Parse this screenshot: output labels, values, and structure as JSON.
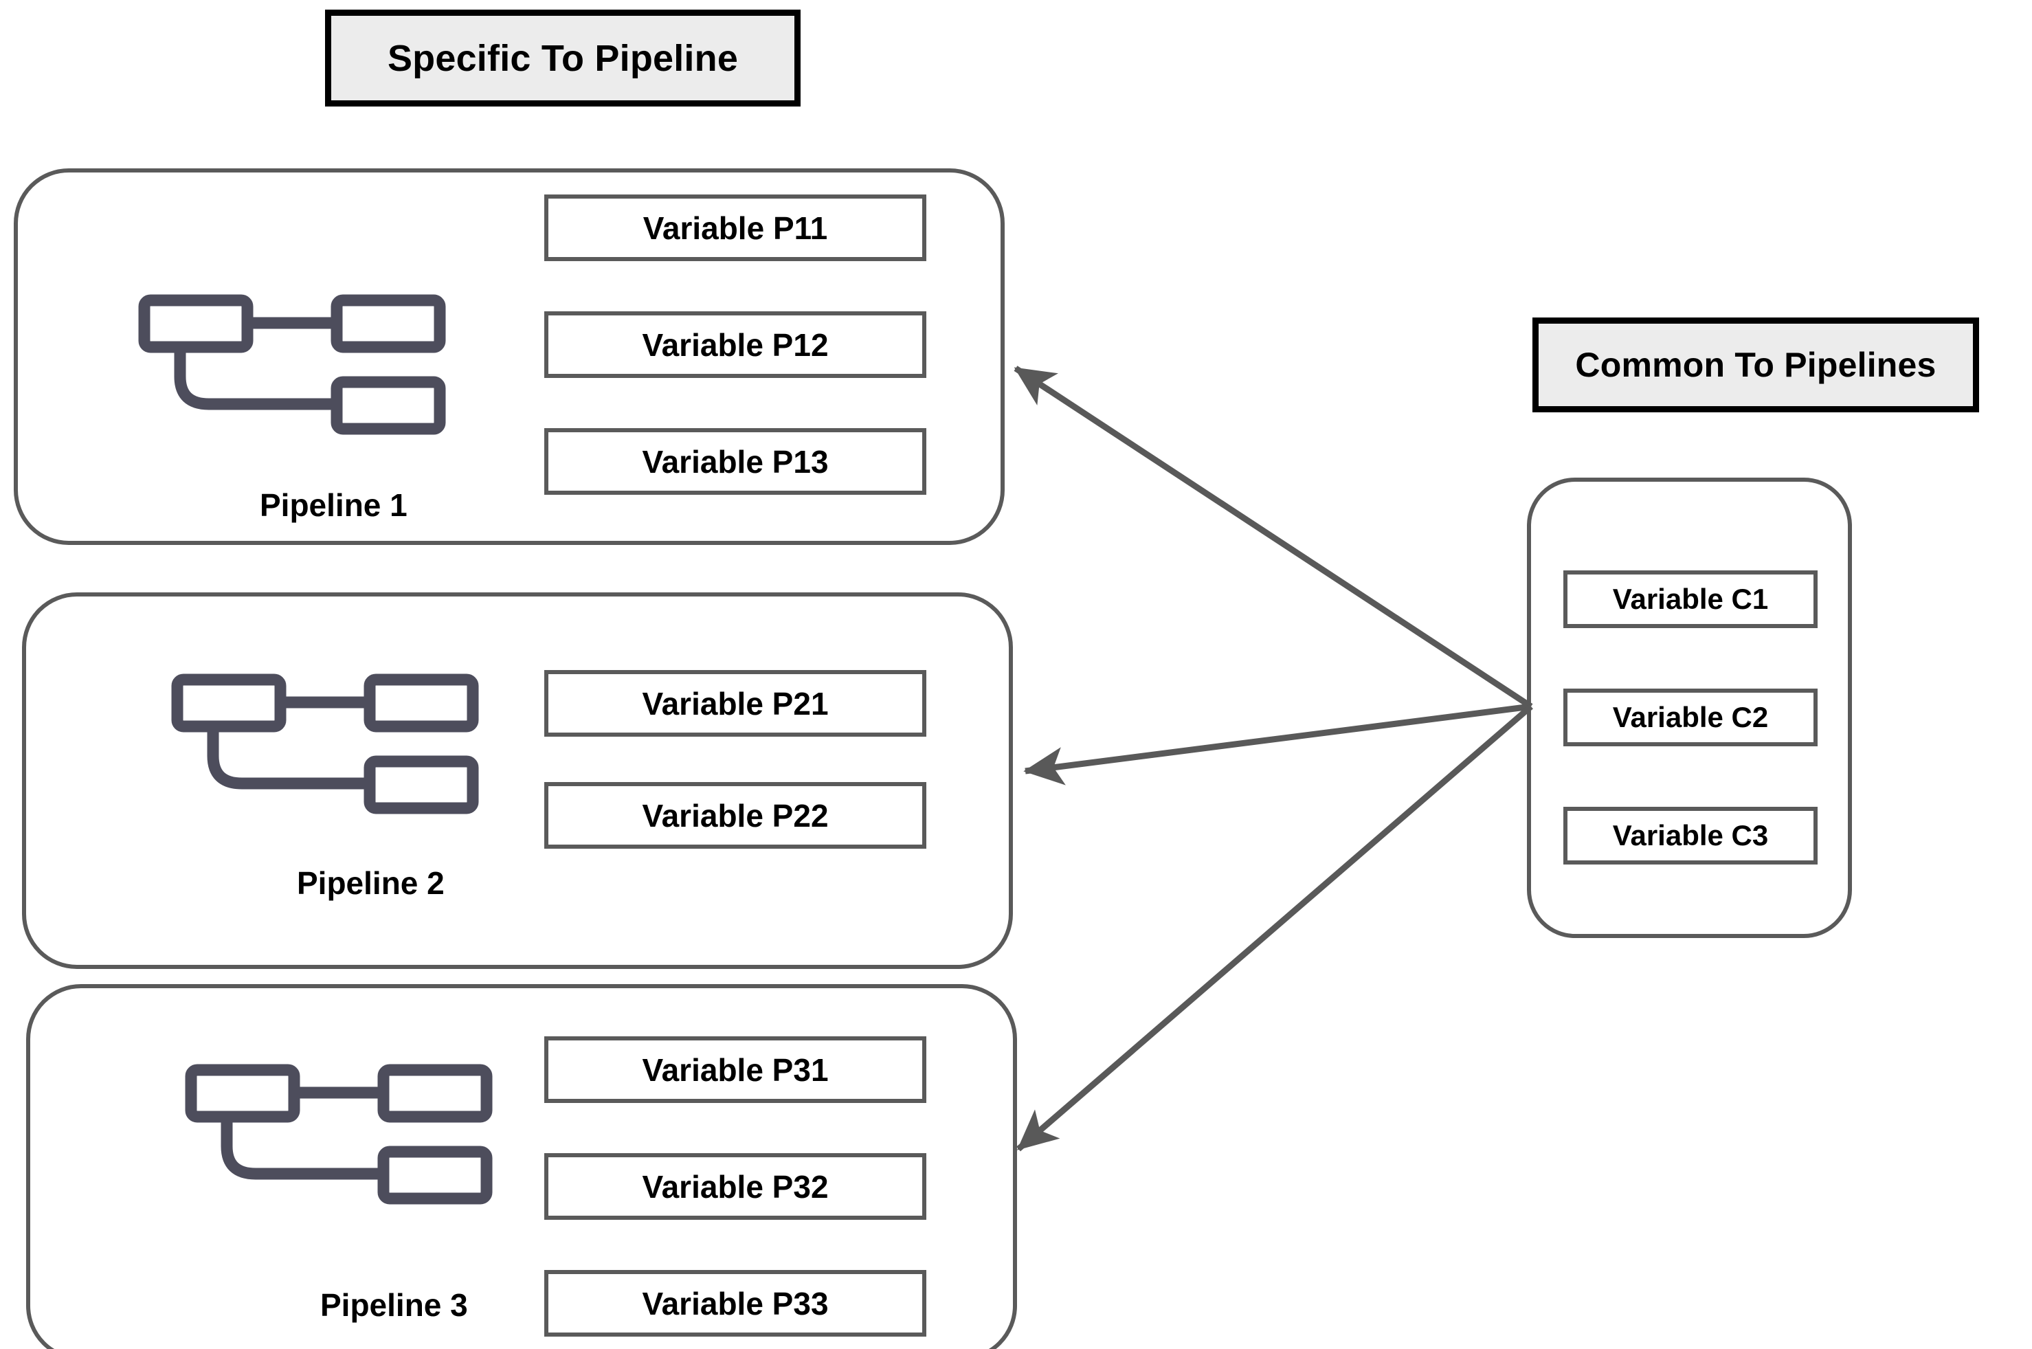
{
  "diagram": {
    "title_specific": "Specific To Pipeline",
    "title_common": "Common To Pipelines",
    "pipelines": [
      {
        "label": "Pipeline 1",
        "icon": "pipeline-flow-icon",
        "variables": [
          "Variable P11",
          "Variable P12",
          "Variable P13"
        ]
      },
      {
        "label": "Pipeline 2",
        "icon": "pipeline-flow-icon",
        "variables": [
          "Variable P21",
          "Variable P22"
        ]
      },
      {
        "label": "Pipeline 3",
        "icon": "pipeline-flow-icon",
        "variables": [
          "Variable P31",
          "Variable P32",
          "Variable P33"
        ]
      }
    ],
    "common": {
      "variables": [
        "Variable C1",
        "Variable C2",
        "Variable C3"
      ]
    },
    "arrows": [
      {
        "name": "arrow-common-to-pipeline-1",
        "direction": "left"
      },
      {
        "name": "arrow-common-to-pipeline-2",
        "direction": "left"
      },
      {
        "name": "arrow-common-to-pipeline-3",
        "direction": "left"
      }
    ],
    "colors": {
      "title_border": "#000000",
      "title_fill": "#ececec",
      "box_border": "#5a5a5a",
      "icon_stroke": "#4d4d5c",
      "arrow": "#595959",
      "text": "#000000",
      "background": "#ffffff"
    }
  }
}
